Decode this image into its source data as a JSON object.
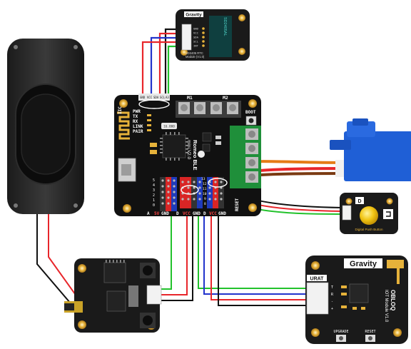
{
  "rtc": {
    "brand": "Gravity",
    "chip": "SD2405AL",
    "name": "SD2405 RTC",
    "version": "Module (V1.0)",
    "pins": [
      "GND",
      "VCC",
      "SDA",
      "SCL",
      "INT"
    ]
  },
  "board": {
    "title": "Romeo BLE",
    "subtitle": "mini V2.0",
    "leds": [
      "PWR",
      "TX",
      "RX",
      "LINK",
      "PAIR"
    ],
    "iic": "IIC",
    "m1": "M1",
    "m2": "M2",
    "boot": "BOOT",
    "reset": "RESET",
    "crystal": "16.000",
    "top_header": [
      "GND",
      "VCC",
      "SDA",
      "SCL",
      "A3"
    ],
    "left_header": [
      "5",
      "4",
      "3",
      "2",
      "1",
      "0"
    ],
    "right_header": [
      "13",
      "12",
      "11",
      "10",
      "9",
      "8"
    ],
    "bottom_left": [
      "A",
      "5V",
      "GND"
    ],
    "bottom_right": [
      "D",
      "VCC",
      "GND"
    ]
  },
  "obloq": {
    "brand": "Gravity",
    "urat": "URAT",
    "product": "OBLOQ",
    "subtitle": "IOT Module V1.0",
    "upgrade": "UPGRADE",
    "reset": "RESET",
    "pins": [
      "T",
      "R",
      "-",
      "+"
    ]
  },
  "button": {
    "letter": "D",
    "text": "Digital Push Button"
  },
  "colors": {
    "board": "#111111",
    "gravity": "#1a1a1a",
    "gold": "#e6b23a",
    "wire_red": "#e8262b",
    "wire_black": "#1a1a1a",
    "wire_green": "#22c22c",
    "wire_blue": "#2233cc",
    "servo_blue": "#1f5fd6",
    "servo_orange": "#e57b16",
    "servo_brown": "#7a3a12",
    "button_yellow": "#f1c514",
    "terminal_green": "#1f8f3a"
  }
}
